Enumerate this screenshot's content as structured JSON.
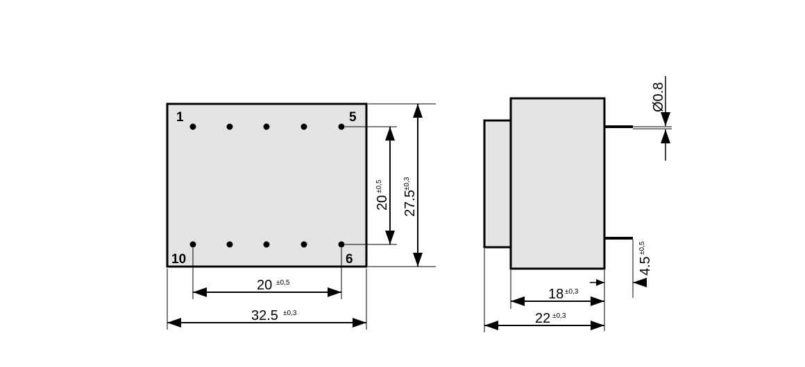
{
  "top_view": {
    "pins": {
      "p1": "1",
      "p5": "5",
      "p6": "6",
      "p10": "10"
    },
    "dims": {
      "pin_row_spacing": {
        "value": "20",
        "tol": "±0,5"
      },
      "overall_width": {
        "value": "32.5",
        "tol": "±0,3"
      },
      "pin_pitch_vertical": {
        "value": "20",
        "tol": "±0,5"
      },
      "overall_height": {
        "value": "27.5",
        "tol": "±0,3"
      }
    }
  },
  "side_view": {
    "dims": {
      "pin_diameter": {
        "value": "Ø0.8"
      },
      "pin_length": {
        "value": "4.5",
        "tol": "±0,5"
      },
      "body_depth": {
        "value": "18",
        "tol": "±0,3"
      },
      "overall_depth": {
        "value": "22",
        "tol": "±0,3"
      }
    }
  },
  "colors": {
    "body_fill": "#e4e4e4",
    "line": "#000000"
  }
}
